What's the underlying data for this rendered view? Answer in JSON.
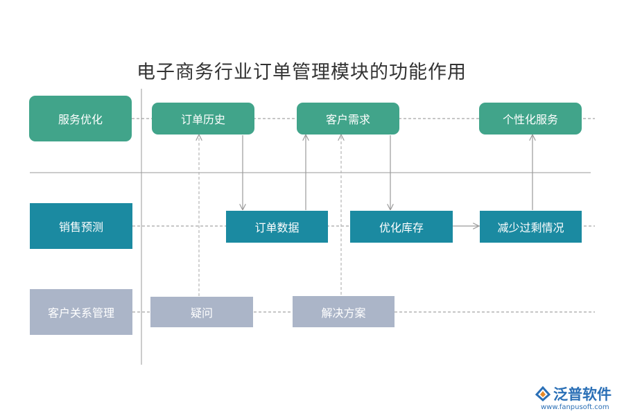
{
  "title": "电子商务行业订单管理模块的功能作用",
  "lanes": {
    "service": "服务优化",
    "sales": "销售预测",
    "crm": "客户关系管理"
  },
  "nodes": {
    "order_history": "订单历史",
    "customer_needs": "客户需求",
    "personalized_service": "个性化服务",
    "order_data": "订单数据",
    "optimize_inventory": "优化库存",
    "reduce_surplus": "减少过剩情况",
    "question": "疑问",
    "solution": "解决方案"
  },
  "logo": {
    "name": "泛普软件",
    "url": "www.fanpusoft.com"
  },
  "colors": {
    "green": "#41a48a",
    "teal": "#1b8aa1",
    "gray": "#abb5c8"
  }
}
